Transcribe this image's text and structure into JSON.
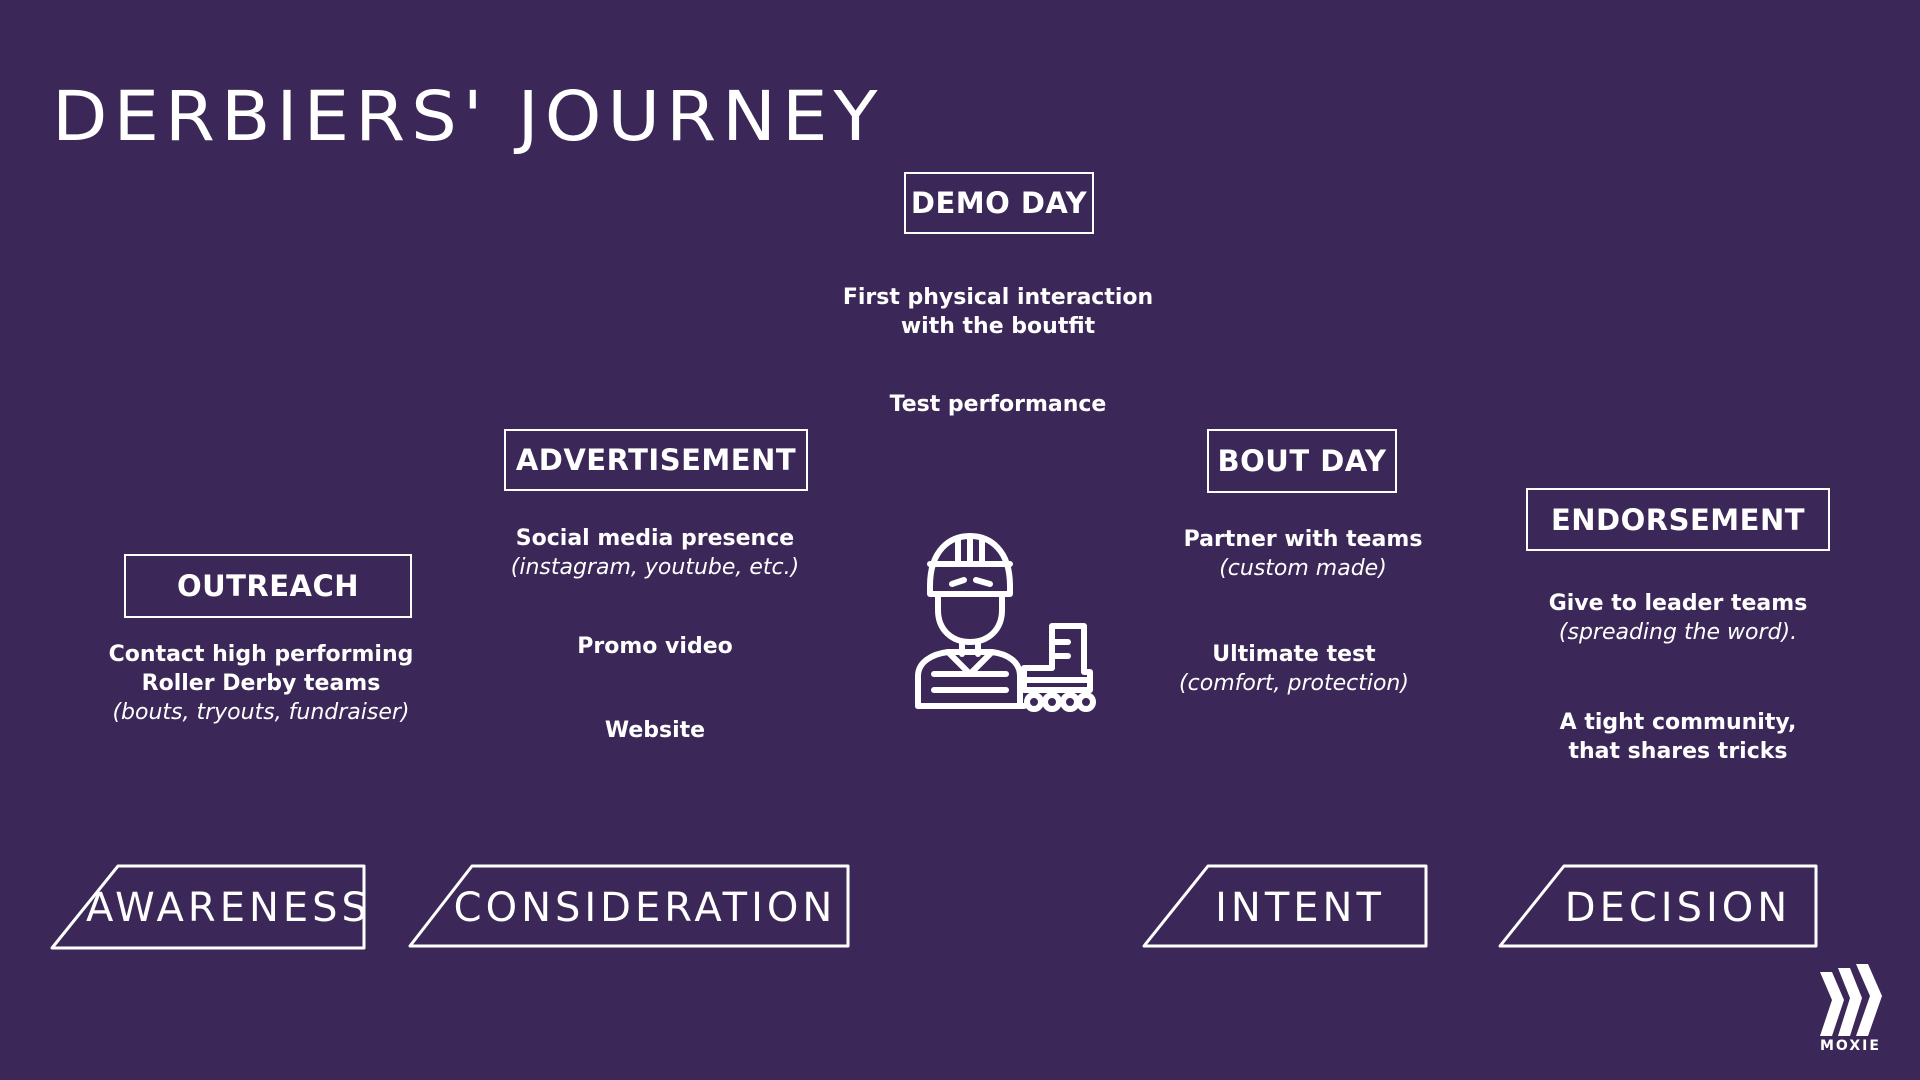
{
  "title": "DERBIERS' JOURNEY",
  "demo_day": {
    "label": "DEMO DAY",
    "line1": "First physical interaction",
    "line2": "with the boutfit",
    "line3": "Test performance"
  },
  "advertisement": {
    "label": "ADVERTISEMENT",
    "item1_bold": "Social media presence",
    "item1_italic": "(instagram, youtube, etc.)",
    "item2": "Promo video",
    "item3": "Website"
  },
  "outreach": {
    "label": "OUTREACH",
    "line1": "Contact high performing",
    "line2": "Roller Derby teams",
    "line3": "(bouts, tryouts, fundraiser)"
  },
  "bout_day": {
    "label": "BOUT DAY",
    "item1_bold": "Partner with teams",
    "item1_italic": "(custom made)",
    "item2_bold": "Ultimate test",
    "item2_italic": "(comfort, protection)"
  },
  "endorsement": {
    "label": "ENDORSEMENT",
    "item1_bold": "Give to leader teams",
    "item1_italic": "(spreading the word).",
    "item2_line1": "A tight community,",
    "item2_line2": "that shares tricks"
  },
  "stages": {
    "awareness": "AWARENESS",
    "consideration": "CONSIDERATION",
    "intent": "INTENT",
    "decision": "DECISION"
  },
  "logo": {
    "text": "MOXIE"
  },
  "icons": {
    "center": "roller-derby-skater-icon",
    "logo": "moxie-chevrons-icon"
  },
  "colors": {
    "background": "#3c2858",
    "foreground": "#ffffff"
  }
}
